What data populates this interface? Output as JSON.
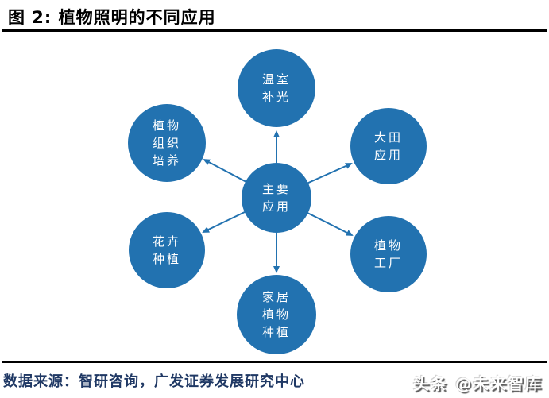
{
  "title": "图 2:  植物照明的不同应用",
  "diagram": {
    "center": {
      "id": "main-application",
      "label": "主要\n应用"
    },
    "nodes": [
      {
        "id": "greenhouse-supplemental-light",
        "label": "温室\n补光"
      },
      {
        "id": "open-field-application",
        "label": "大田\n应用"
      },
      {
        "id": "plant-factory",
        "label": "植物\n工厂"
      },
      {
        "id": "home-plant-growing",
        "label": "家居\n植物\n种植"
      },
      {
        "id": "flower-planting",
        "label": "花卉\n种植"
      },
      {
        "id": "plant-tissue-culture",
        "label": "植物\n组织\n培养"
      }
    ]
  },
  "footer": {
    "source": "数据来源：智研咨询，广发证券发展研究中心",
    "watermark": "头条 @未来智库"
  },
  "colors": {
    "node_fill": "#2272B0",
    "node_text": "#FFFFFF",
    "arrow": "#2272B0",
    "title_text": "#000000",
    "source_text": "#1F3864",
    "rule": "#000000"
  }
}
